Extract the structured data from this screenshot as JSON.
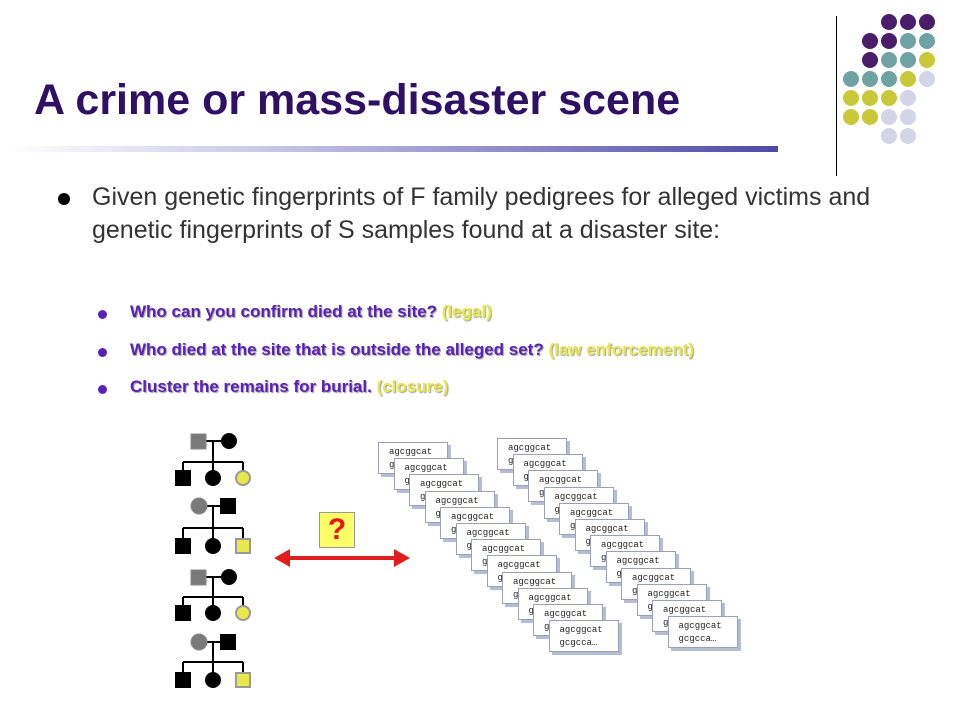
{
  "slide": {
    "title": "A crime or mass-disaster scene",
    "main_bullet": "Given genetic fingerprints of F family pedigrees for alleged victims and genetic fingerprints of S samples found at a disaster site:",
    "sub_bullets": [
      {
        "text": "Who can you confirm died at the site? ",
        "highlight": "(legal)"
      },
      {
        "text": "Who died at the site that is outside the alleged set? ",
        "highlight": "(law enforcement)"
      },
      {
        "text": "Cluster the remains for burial.  ",
        "highlight": "(closure)"
      }
    ],
    "question_mark": "?",
    "sequence_card": {
      "line1": "agcggcat",
      "line2": "gcgcca…"
    },
    "colors": {
      "title": "#2e1065",
      "sub_bullet_text": "#5b21b6",
      "highlight": "#e8e84c",
      "arrow": "#e11d1d",
      "affected_yellow": "#e8e84c",
      "pedigree_gray": "#7a7a7a",
      "pedigree_black": "#000000"
    },
    "decor_dots": "dot-grid-icon",
    "arrow_icon": "double-headed-arrow-icon"
  }
}
